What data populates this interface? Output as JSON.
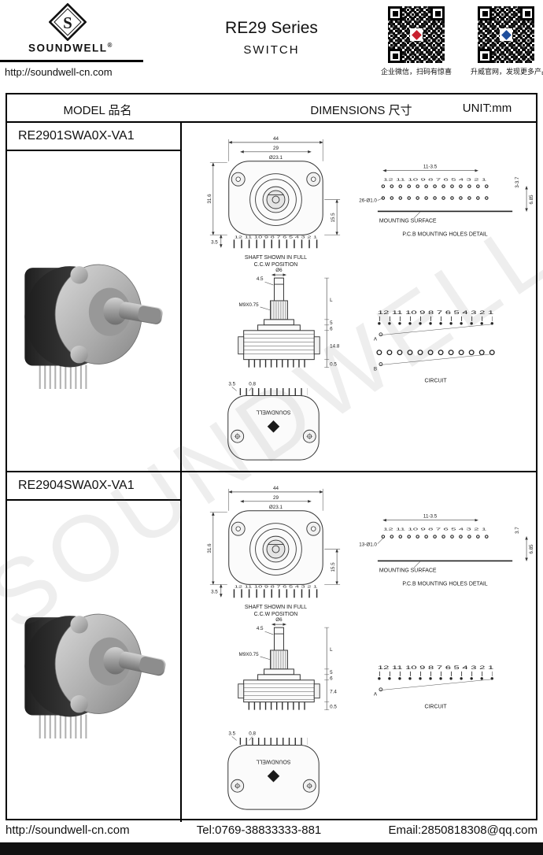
{
  "logo": {
    "letter": "S"
  },
  "header": {
    "brand": "SOUNDWELL",
    "reg_mark": "®",
    "website": "http://soundwell-cn.com",
    "title": "RE29 Series",
    "subtitle": "SWITCH",
    "qr_left_caption": "企业微信，扫码有惊喜",
    "qr_right_caption": "升威官网，发现更多产品"
  },
  "table_header": {
    "model": "MODEL 品名",
    "dimensions": "DIMENSIONS 尺寸",
    "unit": "UNIT:mm"
  },
  "rows": [
    {
      "model": "RE2901SWA0X-VA1",
      "front": {
        "dim_width": "44",
        "dim_inner": "29",
        "dim_diameter": "Ø23.1",
        "dim_height": "31.6",
        "dim_shaft": "15.5",
        "dim_pin": "3.5",
        "pin_numbers": "12 11 10 9 8 7 6 5 4 3 2 1",
        "caption_line1": "SHAFT SHOWN IN FULL",
        "caption_line2": "C.C.W POSITION"
      },
      "side": {
        "shaft_dia": "Ø6",
        "dim_tip": "4.5",
        "thread": "M9X0.75",
        "dim_l": "L",
        "dim_a": "5",
        "dim_b": "6",
        "dim_body": "14.8",
        "dim_pin": "0.5"
      },
      "bottom": {
        "dim_a": "3.5",
        "dim_b": "0.8",
        "logo_text": "SOUNDWELL"
      },
      "pcb": {
        "pin_numbers": "12 11 10 9 8 7 6 5 4 3 2 1",
        "dim_pitch": "11-3.5",
        "dim_side": "3-3.7",
        "dim_depth": "6.85",
        "holes": "26-Ø1.0",
        "surface_label": "MOUNTING SURFACE",
        "caption": "P.C.B MOUNTING HOLES DETAIL"
      },
      "circuit": {
        "pin_numbers": "12 11 10 9 8 7 6 5 4 3 2 1",
        "terminal_a": "A",
        "terminal_b": "B",
        "caption": "CIRCUIT"
      }
    },
    {
      "model": "RE2904SWA0X-VA1",
      "front": {
        "dim_width": "44",
        "dim_inner": "29",
        "dim_diameter": "Ø23.1",
        "dim_height": "31.6",
        "dim_shaft": "15.5",
        "dim_pin": "3.5",
        "pin_numbers": "12 11 10 9 8 7 6 5 4 3 2 1",
        "caption_line1": "SHAFT SHOWN IN FULL",
        "caption_line2": "C.C.W POSITION"
      },
      "side": {
        "shaft_dia": "Ø6",
        "dim_tip": "4.5",
        "thread": "M9X0.75",
        "dim_l": "L",
        "dim_a": "5",
        "dim_b": "6",
        "dim_body": "7.4",
        "dim_pin": "0.5"
      },
      "bottom": {
        "dim_a": "3.5",
        "dim_b": "0.8",
        "logo_text": "SOUNDWELL"
      },
      "pcb": {
        "pin_numbers": "12 11 10 9 8 7 6 5 4 3 2 1",
        "dim_pitch": "11-3.5",
        "dim_side": "3.7",
        "dim_depth": "6.85",
        "holes": "13-Ø1.0",
        "surface_label": "MOUNTING SURFACE",
        "caption": "P.C.B MOUNTING HOLES DETAIL"
      },
      "circuit": {
        "pin_numbers": "12 11 10 9 8 7 6 5 4 3 2 1",
        "terminal_a": "A",
        "caption": "CIRCUIT"
      }
    }
  ],
  "footer": {
    "website": "http://soundwell-cn.com",
    "tel": "Tel:0769-38833333-881",
    "email": "Email:2850818308@qq.com"
  },
  "watermark": "SOUNDWELL",
  "colors": {
    "qr_left_logo": "#c8202f",
    "qr_right_logo": "#1f4e9c",
    "bottom_bar": "#111111"
  }
}
